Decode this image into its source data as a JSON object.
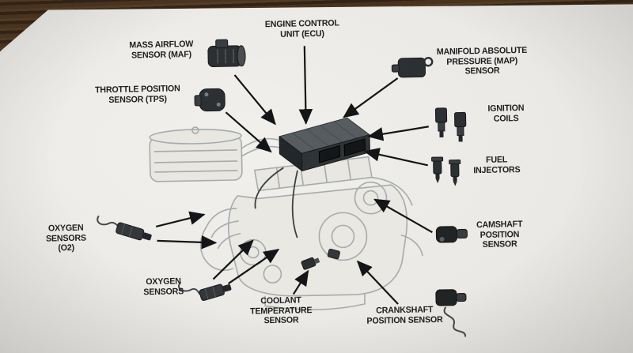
{
  "scene": {
    "description": "photo of a printed engine-management diagram page on a wooden desk"
  },
  "diagram": {
    "labels": {
      "ecu": "ENGINE CONTROL\nUNIT (ECU)",
      "maf": "MASS AIRFLOW\nSENSOR (MAF)",
      "map": "MANIFOLD ABSOLUTE\nPRESSURE (MAP)\nSENSOR",
      "tps": "THROTTLE POSITION\nSENSOR (TPS)",
      "ignition": "IGNITION\nCOILS",
      "injectors": "FUEL\nINJECTORS",
      "camshaft": "CAMSHAFT\nPOSITION\nSENSOR",
      "o2_left": "OXYGEN\nSENSORS\n(O2)",
      "o2_bottom": "OXYGEN\nSENSORS",
      "coolant": "COOLANT\nTEMPERATURE\nSENSOR",
      "crankshaft": "CRANKSHAFT\nPOSITION SENSOR"
    },
    "icons": [
      "ecu-module",
      "maf-sensor-icon",
      "map-sensor-icon",
      "tps-sensor-icon",
      "ignition-coil-icon",
      "fuel-injector-icon",
      "camshaft-sensor-icon",
      "oxygen-sensor-icon",
      "crankshaft-sensor-icon",
      "coolant-sensor-icon"
    ],
    "colors": {
      "paper": "#eae8e4",
      "wood": "#4a3521",
      "label_text": "#1d1e1f",
      "arrow": "#141516",
      "engine_line": "#a6abab",
      "ecu_top": "#565c60",
      "ecu_front": "#2e3336",
      "sensor_dark": "#2c3032"
    }
  }
}
